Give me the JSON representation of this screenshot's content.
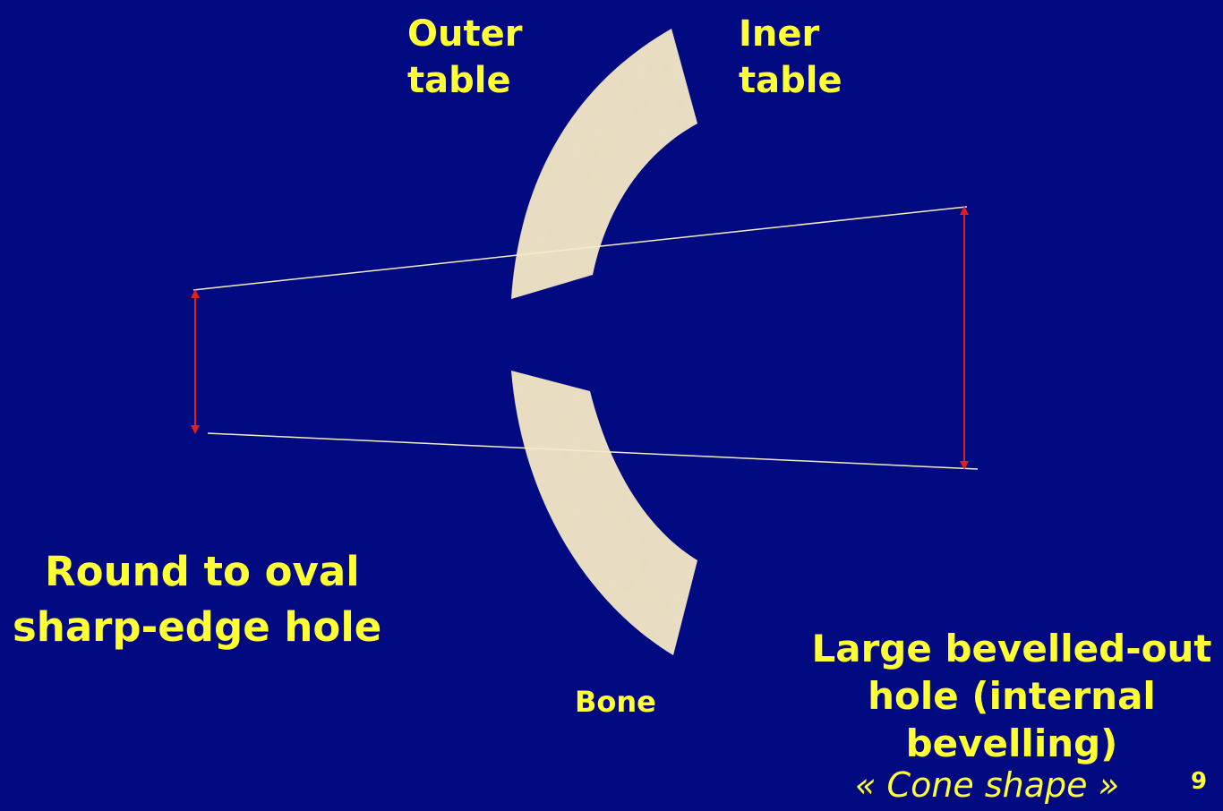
{
  "labels": {
    "outer_table": [
      "Outer",
      "table"
    ],
    "inner_table": [
      "Iner",
      "table"
    ],
    "bone": "Bone",
    "left_caption": [
      "Round to oval",
      "sharp-edge hole"
    ],
    "right_caption": [
      "Large bevelled-out",
      "hole (internal",
      "bevelling)"
    ],
    "cone_shape": "« Cone shape »",
    "page_number": "9"
  },
  "colors": {
    "background": "#020a82",
    "text": "#ffff33",
    "bone_fill": "#e8dcc0",
    "arrow": "#e0201a",
    "guide_line": "#f2eec8"
  }
}
